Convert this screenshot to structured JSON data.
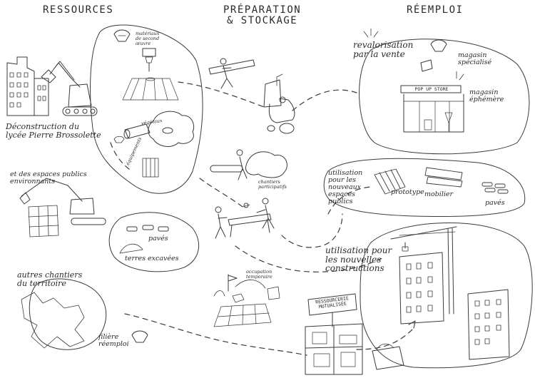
{
  "headers": {
    "ressources": "RESSOURCES",
    "preparation": "PRÉPARATION\n& STOCKAGE",
    "reemploi": "RÉEMPLOI"
  },
  "ressources": {
    "deconstruction": "Déconstruction du\nlycée Pierre Brossolette",
    "materiaux": "matériaux\nde second\nœuvre",
    "vegetaux": "végétaux",
    "equipements": "équipements",
    "espaces_publics": "et des espaces publics\nenvironnants",
    "paves": "pavés",
    "terres": "terres excavées",
    "autres_chantiers": "autres chantiers\ndu territoire",
    "filiere": "filière\nréemploi"
  },
  "preparation": {
    "chantiers": "chantiers\nparticipatifs",
    "occupation": "occupation\ntemporaire"
  },
  "reemploi": {
    "revalorisation": "revalorisation\npar la vente",
    "magasin_specialise": "magasin\nspécialisé",
    "pop_up_store": "POP UP STORE",
    "magasin_ephemere": "magasin\néphémère",
    "utilisation_espaces": "utilisation\npour les\nnouveaux\nespaces\npublics",
    "prototype": "prototype",
    "mobilier": "mobilier",
    "paves": "pavés",
    "utilisation_constructions": "utilisation pour\nles nouvelles\nconstructions",
    "ressourcerie": "RESSOURCERIE\nMUTUALISÉE"
  }
}
